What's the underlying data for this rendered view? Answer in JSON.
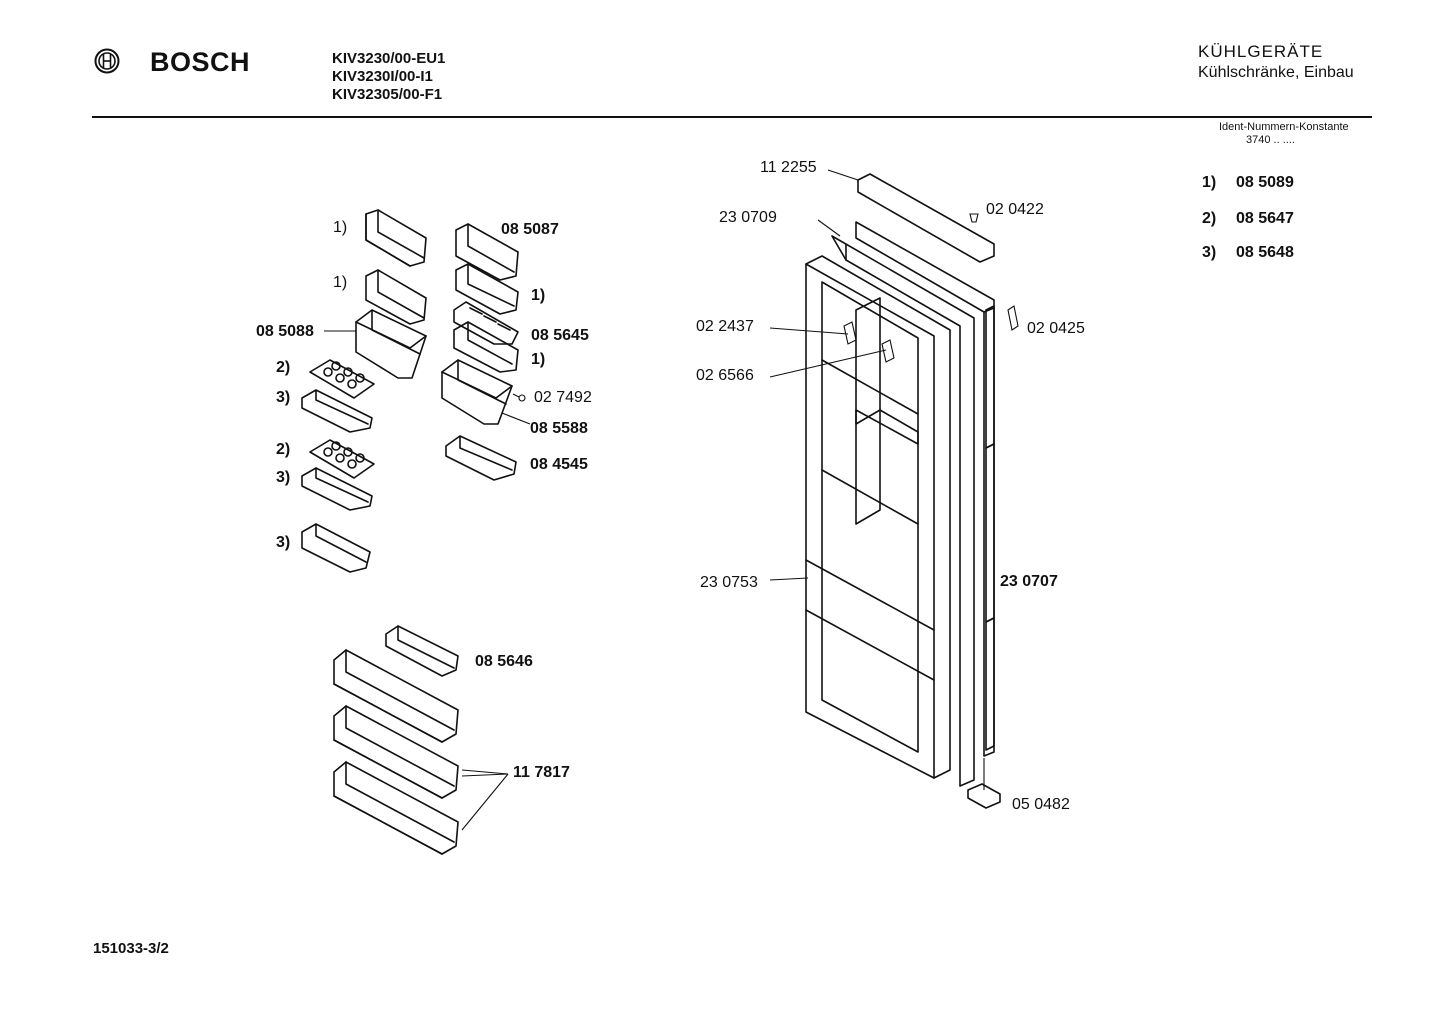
{
  "header": {
    "brand": "BOSCH",
    "models": [
      "KIV3230/00-EU1",
      "KIV3230I/00-I1",
      "KIV32305/00-F1"
    ],
    "category": "KÜHLGERÄTE",
    "category_sub": "Kühlschränke, Einbau",
    "ident_label": "Ident-Nummern-Konstante",
    "ident_value": "3740 .. ...."
  },
  "variants": [
    {
      "key": "1)",
      "part": "08 5089"
    },
    {
      "key": "2)",
      "part": "08 5647"
    },
    {
      "key": "3)",
      "part": "08 5648"
    }
  ],
  "left_callouts": {
    "k1a": "1)",
    "k1b": "1)",
    "k1c": "1)",
    "k1d": "1)",
    "k2a": "2)",
    "k3a": "3)",
    "k2b": "2)",
    "k3b": "3)",
    "k3c": "3)",
    "p085087": "08 5087",
    "p085088": "08 5088",
    "p085645": "08 5645",
    "p027492": "02 7492",
    "p085588": "08 5588",
    "p084545": "08 4545",
    "p085646": "08 5646",
    "p117817": "11 7817"
  },
  "right_callouts": {
    "p112255": "11 2255",
    "p230709": "23 0709",
    "p020422": "02 0422",
    "p022437": "02 2437",
    "p020425": "02 0425",
    "p026566": "02 6566",
    "p230753": "23 0753",
    "p230707": "23 0707",
    "p050482": "05 0482"
  },
  "footer": {
    "code": "151033-3/2"
  }
}
